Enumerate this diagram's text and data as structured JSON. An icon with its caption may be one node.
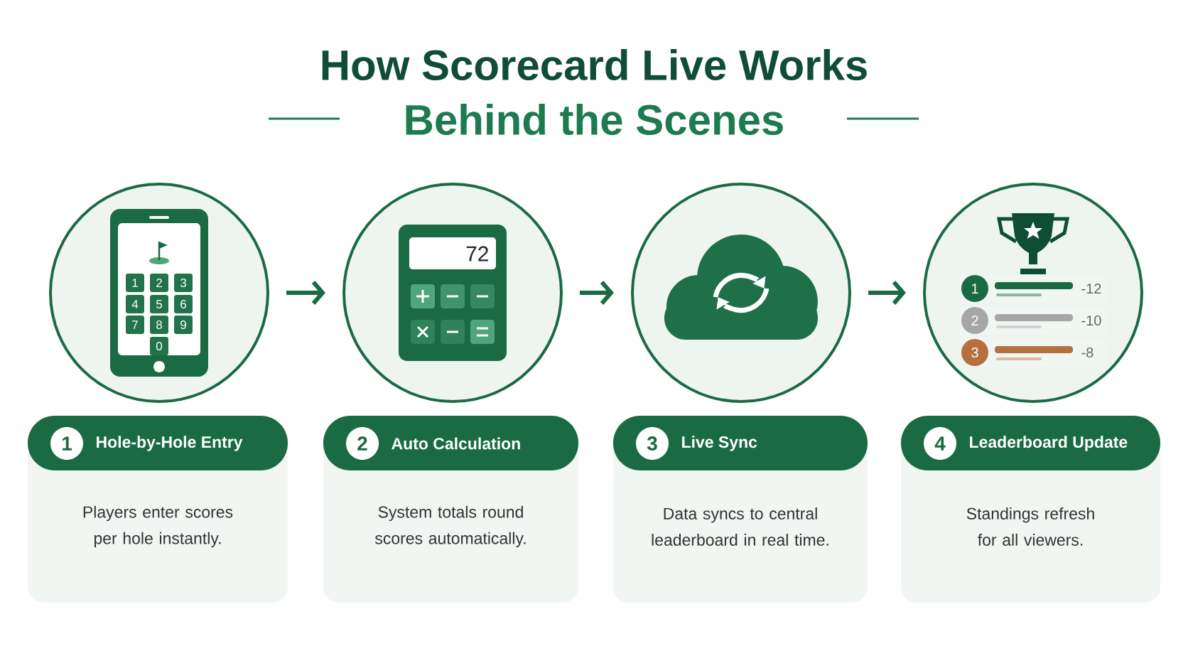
{
  "diagram": {
    "title": "How Scorecard Live Works",
    "nodes": [
      {
        "text": [
          "1",
          "2",
          "3",
          "4",
          "5",
          "6",
          "7",
          "8",
          "9",
          "0"
        ]
      },
      {
        "text": [
          "72"
        ]
      },
      {
        "text": [],
        "shape": "circle"
      },
      {
        "text": [
          "1",
          "-12",
          "2",
          "-10",
          "3",
          "-8"
        ]
      },
      {
        "text": [
          "1",
          "Hole-by-Hole Entry",
          "Players enter scores per hole instantly."
        ]
      },
      {
        "text": [
          "2",
          "Auto Calculation",
          "System totals round scores automatically."
        ]
      },
      {
        "text": [
          "3",
          "Live Sync",
          "Data syncs to central leaderboard in real time."
        ]
      },
      {
        "text": [
          "4",
          "Leaderboard Update",
          "Standings refresh for all viewers."
        ]
      }
    ],
    "edges": [
      {
        "from": 0,
        "to": 1,
        "arrow": "to"
      },
      {
        "from": 1,
        "to": 2,
        "arrow": "to"
      },
      {
        "from": 2,
        "to": 3,
        "arrow": "to"
      }
    ],
    "labels": [
      "Behind the Scenes"
    ]
  }
}
